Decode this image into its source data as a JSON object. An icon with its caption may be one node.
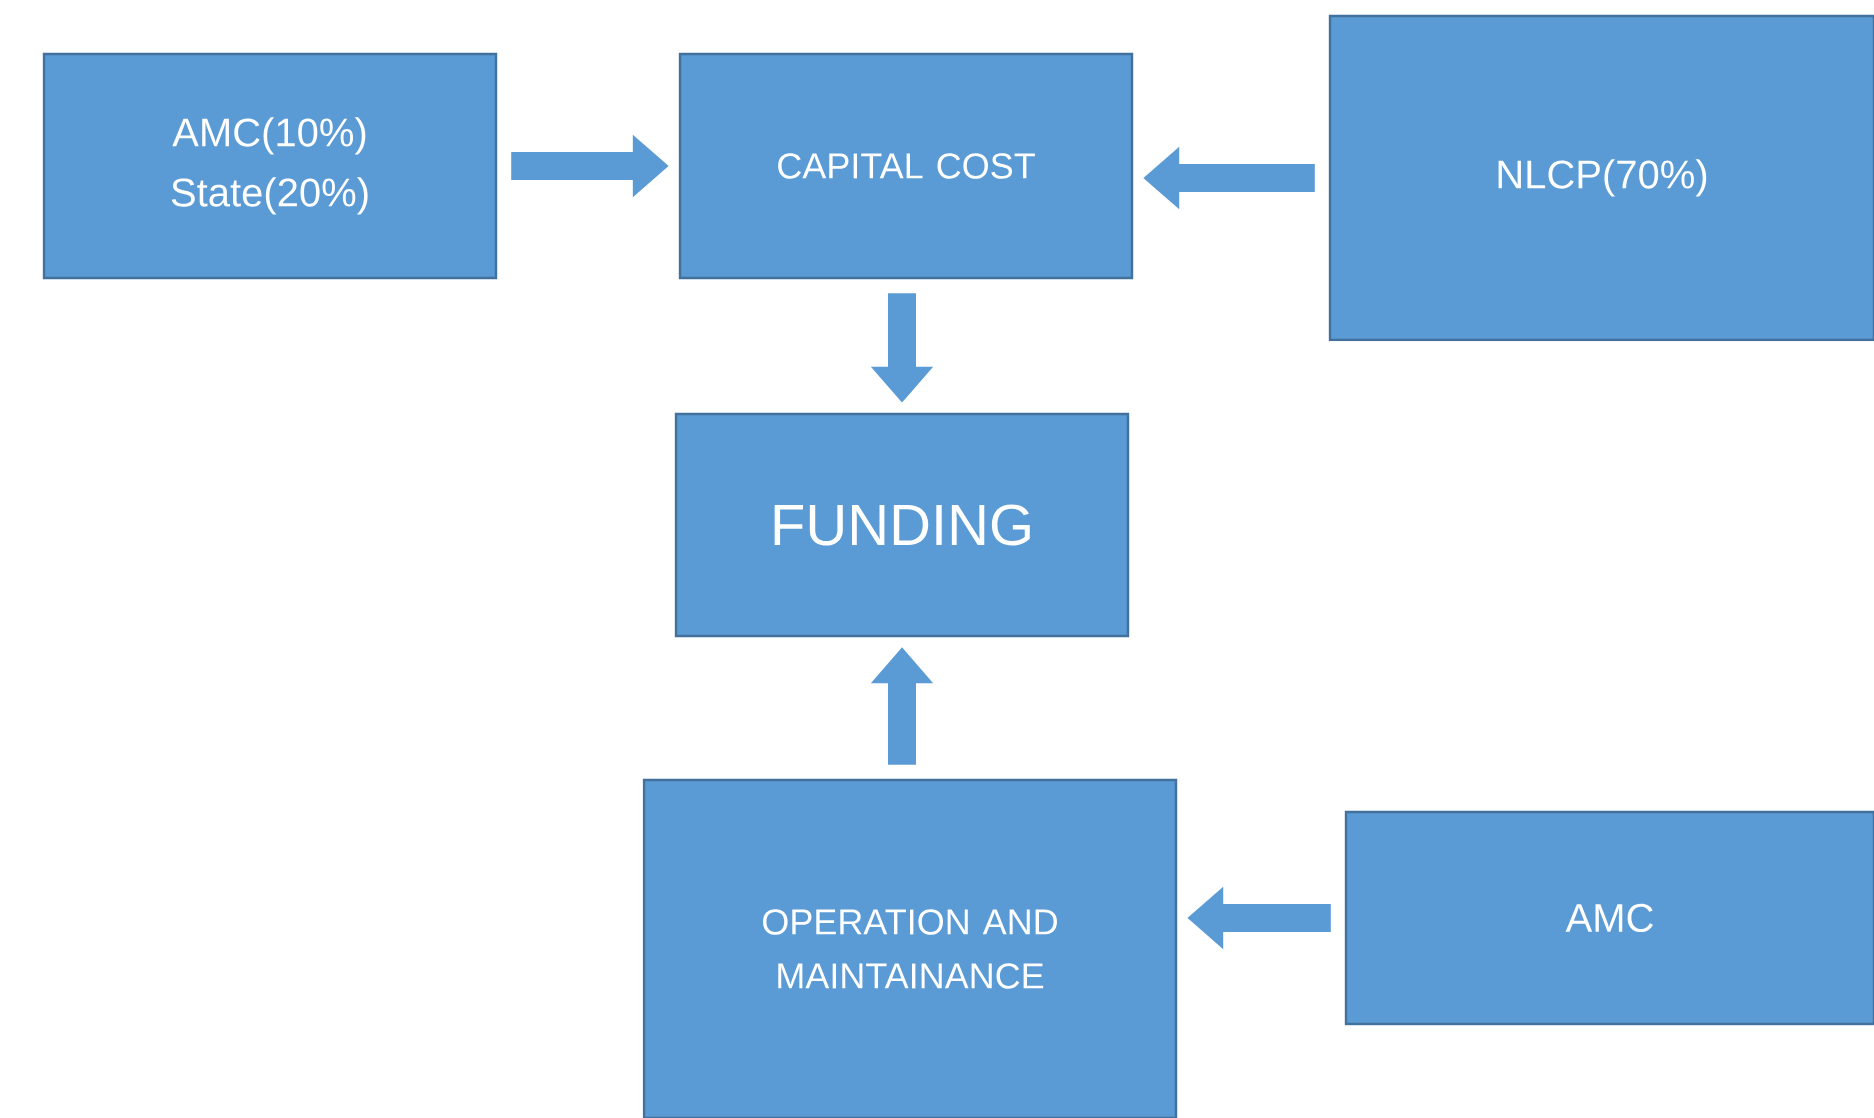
{
  "diagram": {
    "nodes": [
      {
        "text": [
          "AMC(10%) State(20%)"
        ]
      },
      {
        "text": [
          "CAPITAL COST"
        ]
      },
      {
        "text": [
          "NLCP(70%)"
        ]
      },
      {
        "text": [
          "FUNDING"
        ]
      },
      {
        "text": [
          "OPERATION AND MAINTAINANCE"
        ]
      },
      {
        "text": [
          "AMC"
        ]
      }
    ],
    "edges": [
      {
        "from": 0,
        "to": 1,
        "arrow": "to"
      },
      {
        "from": 2,
        "to": 1,
        "arrow": "to"
      },
      {
        "from": 1,
        "to": 3,
        "arrow": "to"
      },
      {
        "from": 4,
        "to": 3,
        "arrow": "to"
      },
      {
        "from": 5,
        "to": 4,
        "arrow": "to"
      }
    ]
  }
}
